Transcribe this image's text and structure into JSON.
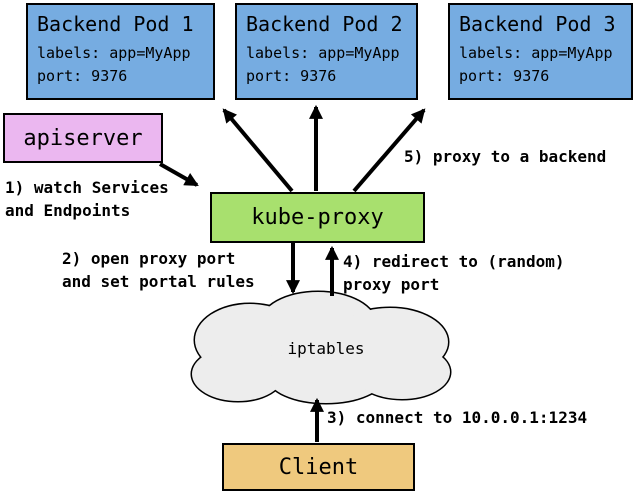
{
  "colors": {
    "pod_fill": "#76ACE1",
    "apiserver_fill": "#EBB7F0",
    "kube_proxy_fill": "#A8E06E",
    "client_fill": "#EFC97E",
    "cloud_fill": "#EDEDED",
    "line_color": "#000000"
  },
  "pods": [
    {
      "title": "Backend Pod 1",
      "labels_line": "labels: app=MyApp",
      "port_line": "port: 9376"
    },
    {
      "title": "Backend Pod 2",
      "labels_line": "labels: app=MyApp",
      "port_line": "port: 9376"
    },
    {
      "title": "Backend Pod 3",
      "labels_line": "labels: app=MyApp",
      "port_line": "port: 9376"
    }
  ],
  "nodes": {
    "apiserver": "apiserver",
    "kube_proxy": "kube-proxy",
    "iptables": "iptables",
    "client": "Client"
  },
  "annotations": {
    "step1_line1": "1) watch Services",
    "step1_line2": "and Endpoints",
    "step2_line1": "2) open proxy port",
    "step2_line2": "and set portal rules",
    "step3": "3) connect to 10.0.0.1:1234",
    "step4_line1": "4) redirect to (random)",
    "step4_line2": "proxy port",
    "step5": "5) proxy to a backend"
  }
}
